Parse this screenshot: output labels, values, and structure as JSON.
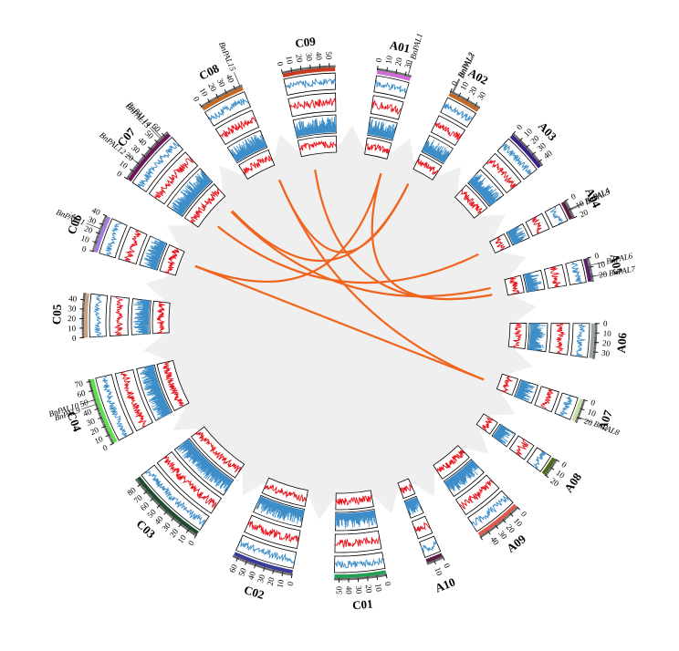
{
  "chromosomes": [
    {
      "name": "A01",
      "length": 36,
      "color": "#d06ad6",
      "ticks": [
        0,
        10,
        20,
        30
      ]
    },
    {
      "name": "A02",
      "length": 35,
      "color": "#c8671e",
      "ticks": [
        0,
        10,
        20,
        30
      ]
    },
    {
      "name": "A03",
      "length": 45,
      "color": "#3a1e8a",
      "ticks": [
        0,
        10,
        20,
        30,
        40
      ]
    },
    {
      "name": "A04",
      "length": 20,
      "color": "#5c1d45",
      "ticks": [
        0,
        10,
        20
      ]
    },
    {
      "name": "A05",
      "length": 25,
      "color": "#5a2168",
      "ticks": [
        0,
        10,
        20
      ]
    },
    {
      "name": "A06",
      "length": 37,
      "color": "#9aa59a",
      "ticks": [
        0,
        10,
        20,
        30
      ]
    },
    {
      "name": "A07",
      "length": 25,
      "color": "#c8dca8",
      "ticks": [
        0,
        10,
        20
      ]
    },
    {
      "name": "A08",
      "length": 20,
      "color": "#4b6b12",
      "ticks": [
        0,
        10,
        20
      ]
    },
    {
      "name": "A09",
      "length": 50,
      "color": "#e2574a",
      "ticks": [
        0,
        10,
        20,
        30,
        40
      ]
    },
    {
      "name": "A10",
      "length": 18,
      "color": "#5c1d45",
      "ticks": [
        0,
        10
      ]
    },
    {
      "name": "C01",
      "length": 55,
      "color": "#23a053",
      "ticks": [
        0,
        10,
        20,
        30,
        40,
        50
      ]
    },
    {
      "name": "C02",
      "length": 65,
      "color": "#3a3a9a",
      "ticks": [
        0,
        10,
        20,
        30,
        40,
        50,
        60
      ]
    },
    {
      "name": "C03",
      "length": 87,
      "color": "#1e4d2e",
      "ticks": [
        0,
        10,
        20,
        30,
        40,
        50,
        60,
        70,
        80
      ]
    },
    {
      "name": "C04",
      "length": 72,
      "color": "#5be24a",
      "ticks": [
        0,
        10,
        20,
        30,
        40,
        50,
        60,
        70
      ]
    },
    {
      "name": "C05",
      "length": 47,
      "color": "#caa282",
      "ticks": [
        0,
        10,
        20,
        30,
        40
      ]
    },
    {
      "name": "C06",
      "length": 40,
      "color": "#a47ce0",
      "ticks": [
        0,
        10,
        20,
        30,
        40
      ]
    },
    {
      "name": "C07",
      "length": 65,
      "color": "#6b1558",
      "ticks": [
        0,
        10,
        20,
        30,
        40,
        50,
        60
      ]
    },
    {
      "name": "C08",
      "length": 48,
      "color": "#c8671e",
      "ticks": [
        0,
        10,
        20,
        30,
        40
      ]
    },
    {
      "name": "C09",
      "length": 56,
      "color": "#c8391e",
      "ticks": [
        0,
        10,
        20,
        30,
        40,
        50
      ]
    }
  ],
  "genes": [
    {
      "name": "BnPAL1",
      "chr": "A01",
      "pos": 33
    },
    {
      "name": "BnPAL2",
      "chr": "A02",
      "pos": 2
    },
    {
      "name": "BnPAL3",
      "chr": "A02",
      "pos": 3
    },
    {
      "name": "BnPAL4",
      "chr": "A04",
      "pos": 10
    },
    {
      "name": "BnPAL5",
      "chr": "A04",
      "pos": 11
    },
    {
      "name": "BnPAL6",
      "chr": "A05",
      "pos": 8
    },
    {
      "name": "BnPAL7",
      "chr": "A05",
      "pos": 20
    },
    {
      "name": "BnPAL8",
      "chr": "A07",
      "pos": 19
    },
    {
      "name": "BnPAL9",
      "chr": "C04",
      "pos": 45
    },
    {
      "name": "BnPAL10",
      "chr": "C04",
      "pos": 50
    },
    {
      "name": "BnPAL11",
      "chr": "C06",
      "pos": 25
    },
    {
      "name": "BnPAL12",
      "chr": "C07",
      "pos": 20
    },
    {
      "name": "BnPAL13",
      "chr": "C07",
      "pos": 55
    },
    {
      "name": "BnPAL14",
      "chr": "C07",
      "pos": 57
    },
    {
      "name": "BnPAL15",
      "chr": "C08",
      "pos": 46
    }
  ],
  "links": [
    {
      "a": {
        "chr": "A01",
        "pos": 33
      },
      "b": {
        "chr": "A05",
        "pos": 20
      }
    },
    {
      "a": {
        "chr": "A01",
        "pos": 33
      },
      "b": {
        "chr": "C06",
        "pos": 25
      }
    },
    {
      "a": {
        "chr": "A02",
        "pos": 3
      },
      "b": {
        "chr": "C07",
        "pos": 57
      }
    },
    {
      "a": {
        "chr": "A02",
        "pos": 3
      },
      "b": {
        "chr": "C08",
        "pos": 46
      }
    },
    {
      "a": {
        "chr": "A04",
        "pos": 10
      },
      "b": {
        "chr": "C07",
        "pos": 20
      }
    },
    {
      "a": {
        "chr": "A05",
        "pos": 8
      },
      "b": {
        "chr": "C07",
        "pos": 55
      }
    },
    {
      "a": {
        "chr": "A05",
        "pos": 20
      },
      "b": {
        "chr": "C09",
        "pos": 18
      }
    },
    {
      "a": {
        "chr": "A07",
        "pos": 19
      },
      "b": {
        "chr": "C06",
        "pos": 25
      }
    },
    {
      "a": {
        "chr": "A07",
        "pos": 19
      },
      "b": {
        "chr": "C08",
        "pos": 46
      }
    }
  ],
  "colors": {
    "link": "#f0641e",
    "track_blue": "#3d8dc8",
    "track_red": "#e8161e",
    "background_disc": "#efefef"
  }
}
